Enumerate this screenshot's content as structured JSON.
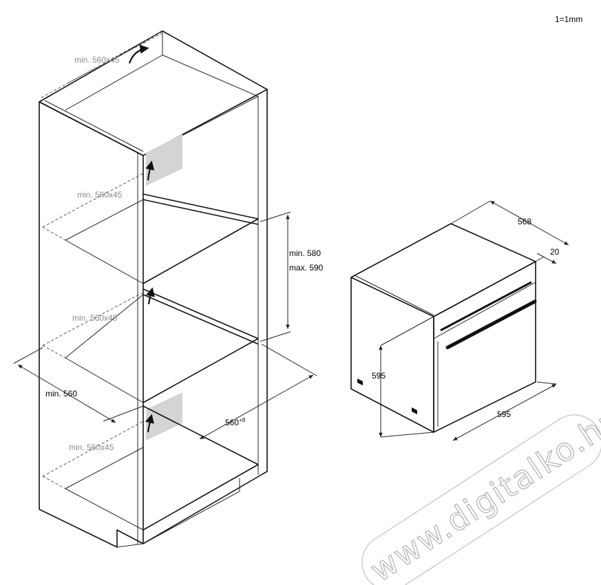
{
  "scale_note": "1=1mm",
  "cabinet": {
    "cutout_labels": [
      "min. 560x45",
      "min. 560x45",
      "min. 560x45",
      "min. 560x45"
    ],
    "niche_height_min": "min. 580",
    "niche_height_max": "max. 590",
    "niche_depth": "min. 560",
    "niche_width_base": "560",
    "niche_width_tolerance": "+8"
  },
  "oven": {
    "depth": "568",
    "front_panel": "20",
    "height": "595",
    "width": "595"
  },
  "watermark": "www.digitalko.hu",
  "colors": {
    "line": "#111111",
    "dimension_text": "#000000",
    "cutout_text": "#8a8a8a",
    "cutout_fill": "#d4d4d4",
    "watermark_outline": "#b5b5b5"
  }
}
